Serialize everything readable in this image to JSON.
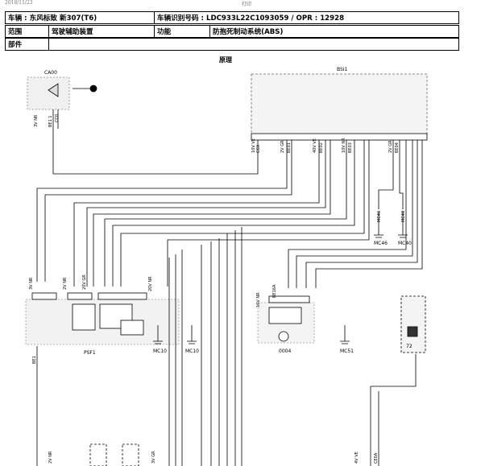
{
  "page": {
    "date": "2018/11/23",
    "print_note": "打印"
  },
  "header": {
    "vehicle": "车辆 : 东风标致 新307(T6)",
    "vin": "车辆识别号码 :  LDC933L22C1093059 / OPR : 12928",
    "scope_label": "范围",
    "scope_value": "驾驶辅助装置",
    "function_label": "功能",
    "function_value": "防抱死制动系统(ABS)",
    "part_label": "部件",
    "part_value": ""
  },
  "diagram": {
    "title": "原理",
    "components": {
      "ignition": "CA00",
      "bsi": "BSI1",
      "psf": "PSF1",
      "abs": "0004",
      "mc10a": "MC10",
      "mc10b": "MC10",
      "mc46": "MC46",
      "mc40": "MC40",
      "mc51": "MC51",
      "conn72": "72"
    },
    "wire_labels": {
      "ca00_a": "3V NR",
      "ca00_b": "BE1 1",
      "ca00_c": "CC0",
      "bsi_g1": "10V VE",
      "bsi_g1b": "CC0",
      "bsi_g2": "2V GR",
      "bsi_g2b": "BE01",
      "bsi_g3": "40V VE",
      "bsi_g3b": "BE02",
      "bsi_g4": "10V NR",
      "bsi_g4b": "BE03",
      "bsi_g5": "2V GR",
      "bsi_g5b": "BE04",
      "psf_left": "3V NR",
      "psf_left2": "2V NR",
      "psf_mid": "20V GR",
      "psf_mid2": "20V NR",
      "abs_conn": "16V NR",
      "abs_sig": "BE16A",
      "mc46_lbl": "MC46",
      "mc40_lbl": "MC40",
      "b_left": "2V NR",
      "b_mid": "3V GR",
      "b_right": "4V VE",
      "b_ce": "CE0A",
      "bsi1_lbl": "BE1"
    }
  }
}
